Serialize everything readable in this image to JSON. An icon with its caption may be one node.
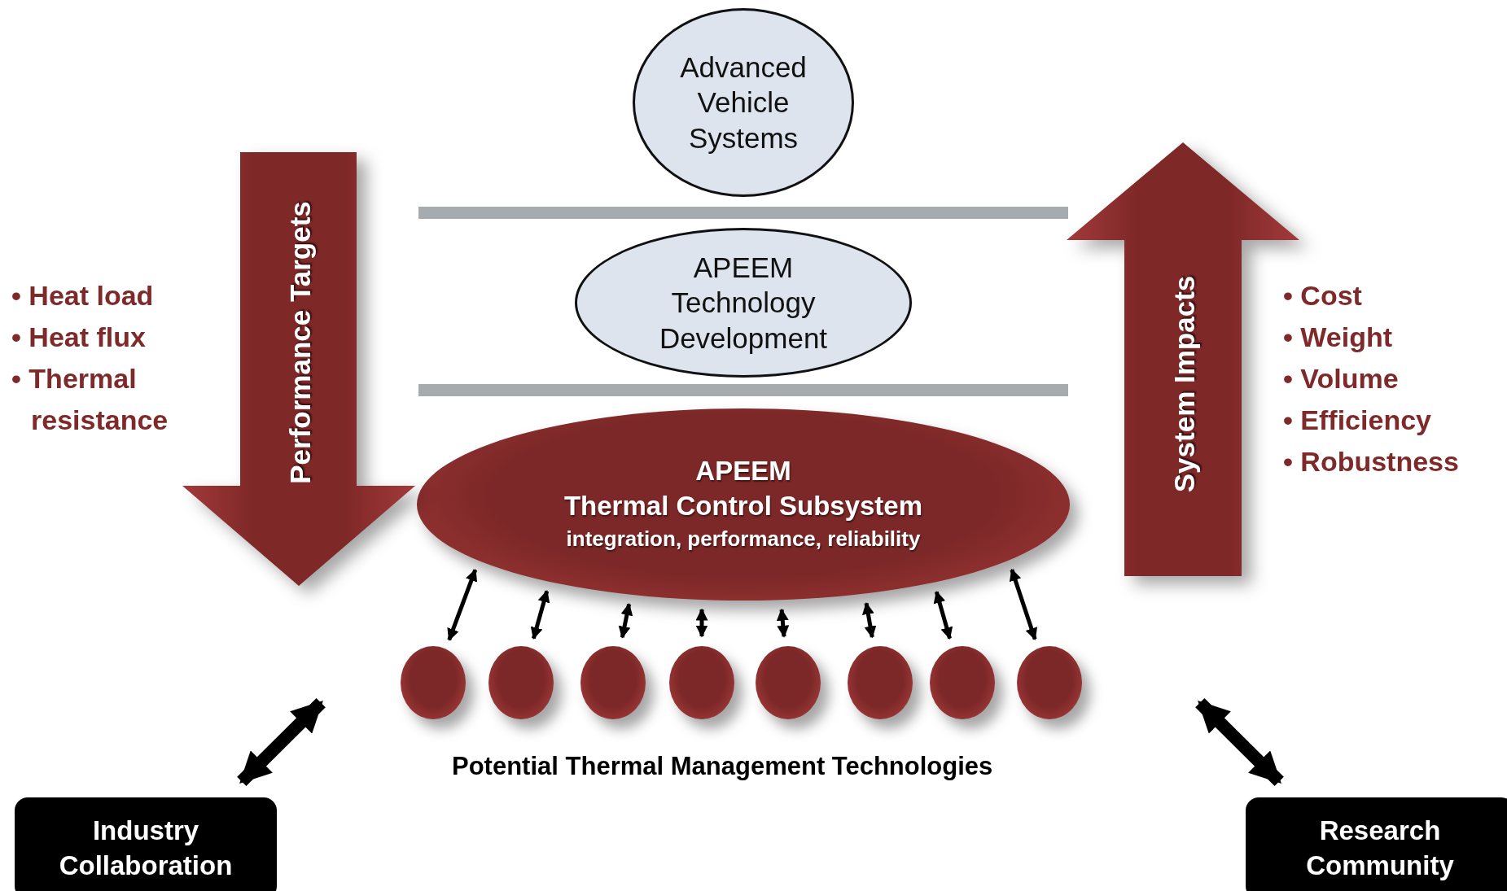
{
  "diagram": {
    "nodes": [
      {
        "text": [
          "Advanced Vehicle Systems"
        ]
      },
      {
        "text": [
          "APEEM Technology Development"
        ]
      },
      {
        "text": [
          "APEEM",
          "Thermal Control Subsystem",
          "integration, performance, reliability"
        ]
      },
      {
        "text": [
          "Performance Targets"
        ],
        "beside": [
          "• Heat load",
          "• Heat flux",
          "• Thermal resistance"
        ]
      },
      {
        "text": [
          "System Impacts"
        ],
        "beside": [
          "• Cost",
          "• Weight",
          "• Volume",
          "• Efficiency",
          "• Robustness"
        ]
      },
      {
        "text": [],
        "shape": "circle"
      },
      {
        "text": [],
        "shape": "circle"
      },
      {
        "text": [],
        "shape": "circle"
      },
      {
        "text": [],
        "shape": "circle"
      },
      {
        "text": [],
        "shape": "circle"
      },
      {
        "text": [],
        "shape": "circle"
      },
      {
        "text": [],
        "shape": "circle"
      },
      {
        "text": [],
        "shape": "circle"
      },
      {
        "text": [
          "Industry Collaboration"
        ]
      },
      {
        "text": [
          "Research Community"
        ]
      },
      {
        "text": [],
        "shape": "bar"
      },
      {
        "text": [],
        "shape": "bar"
      }
    ],
    "edges": [
      {
        "from": 2,
        "to": 5,
        "arrow": "both"
      },
      {
        "from": 2,
        "to": 6,
        "arrow": "both"
      },
      {
        "from": 2,
        "to": 7,
        "arrow": "both"
      },
      {
        "from": 2,
        "to": 8,
        "arrow": "both"
      },
      {
        "from": 2,
        "to": 9,
        "arrow": "both"
      },
      {
        "from": 2,
        "to": 10,
        "arrow": "both"
      },
      {
        "from": 2,
        "to": 11,
        "arrow": "both"
      },
      {
        "from": 2,
        "to": 12,
        "arrow": "both"
      },
      {
        "from": 13,
        "to": null,
        "arrow": "both",
        "style": "thick"
      },
      {
        "from": 14,
        "to": null,
        "arrow": "both",
        "style": "thick"
      }
    ],
    "labels": [
      "Potential Thermal Management Technologies"
    ]
  }
}
